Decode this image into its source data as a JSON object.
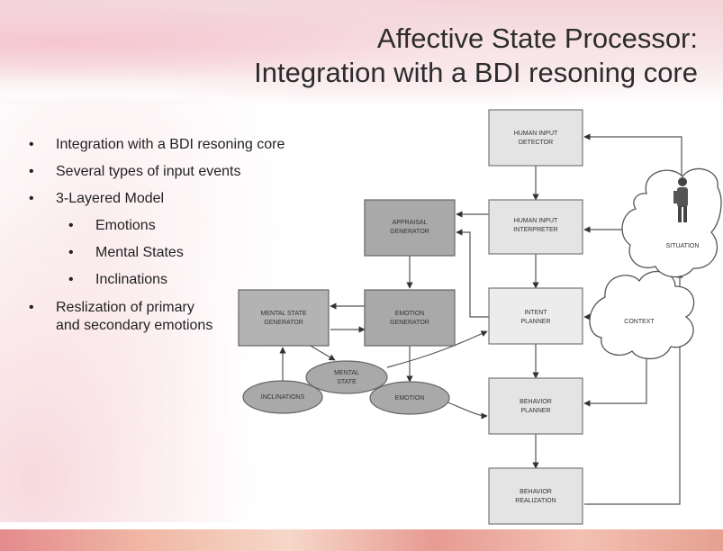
{
  "title": {
    "line1": "Affective State Processor:",
    "line2": "Integration with a BDI resoning core"
  },
  "bullets": [
    {
      "text": "Integration with a BDI resoning core",
      "level": 1
    },
    {
      "text": "Several types of input events",
      "level": 1
    },
    {
      "text": "3-Layered Model",
      "level": 1
    },
    {
      "text": "Emotions",
      "level": 2
    },
    {
      "text": "Mental States",
      "level": 2
    },
    {
      "text": "Inclinations",
      "level": 2
    },
    {
      "text_line1": "Reslization of primary",
      "text_line2": "and secondary emotions",
      "level": 1
    }
  ],
  "diagram": {
    "human_input_detector": [
      "HUMAN INPUT",
      "DETECTOR"
    ],
    "human_input_interpreter": [
      "HUMAN INPUT",
      "INTERPRETER"
    ],
    "appraisal_generator": [
      "APPRAISAL",
      "GENERATOR"
    ],
    "intent_planner": [
      "INTENT",
      "PLANNER"
    ],
    "emotion_generator": [
      "EMOTION",
      "GENERATOR"
    ],
    "mental_state_generator": [
      "MENTAL STATE",
      "GENERATOR"
    ],
    "behavior_planner": [
      "BEHAVIOR",
      "PLANNER"
    ],
    "behavior_realization": [
      "BEHAVIOR",
      "REALIZATION"
    ],
    "situation": "SITUATION",
    "context": "CONTEXT",
    "inclinations": "INCLINATIONS",
    "mental_state": [
      "MENTAL",
      "STATE"
    ],
    "emotion": "EMOTION"
  }
}
